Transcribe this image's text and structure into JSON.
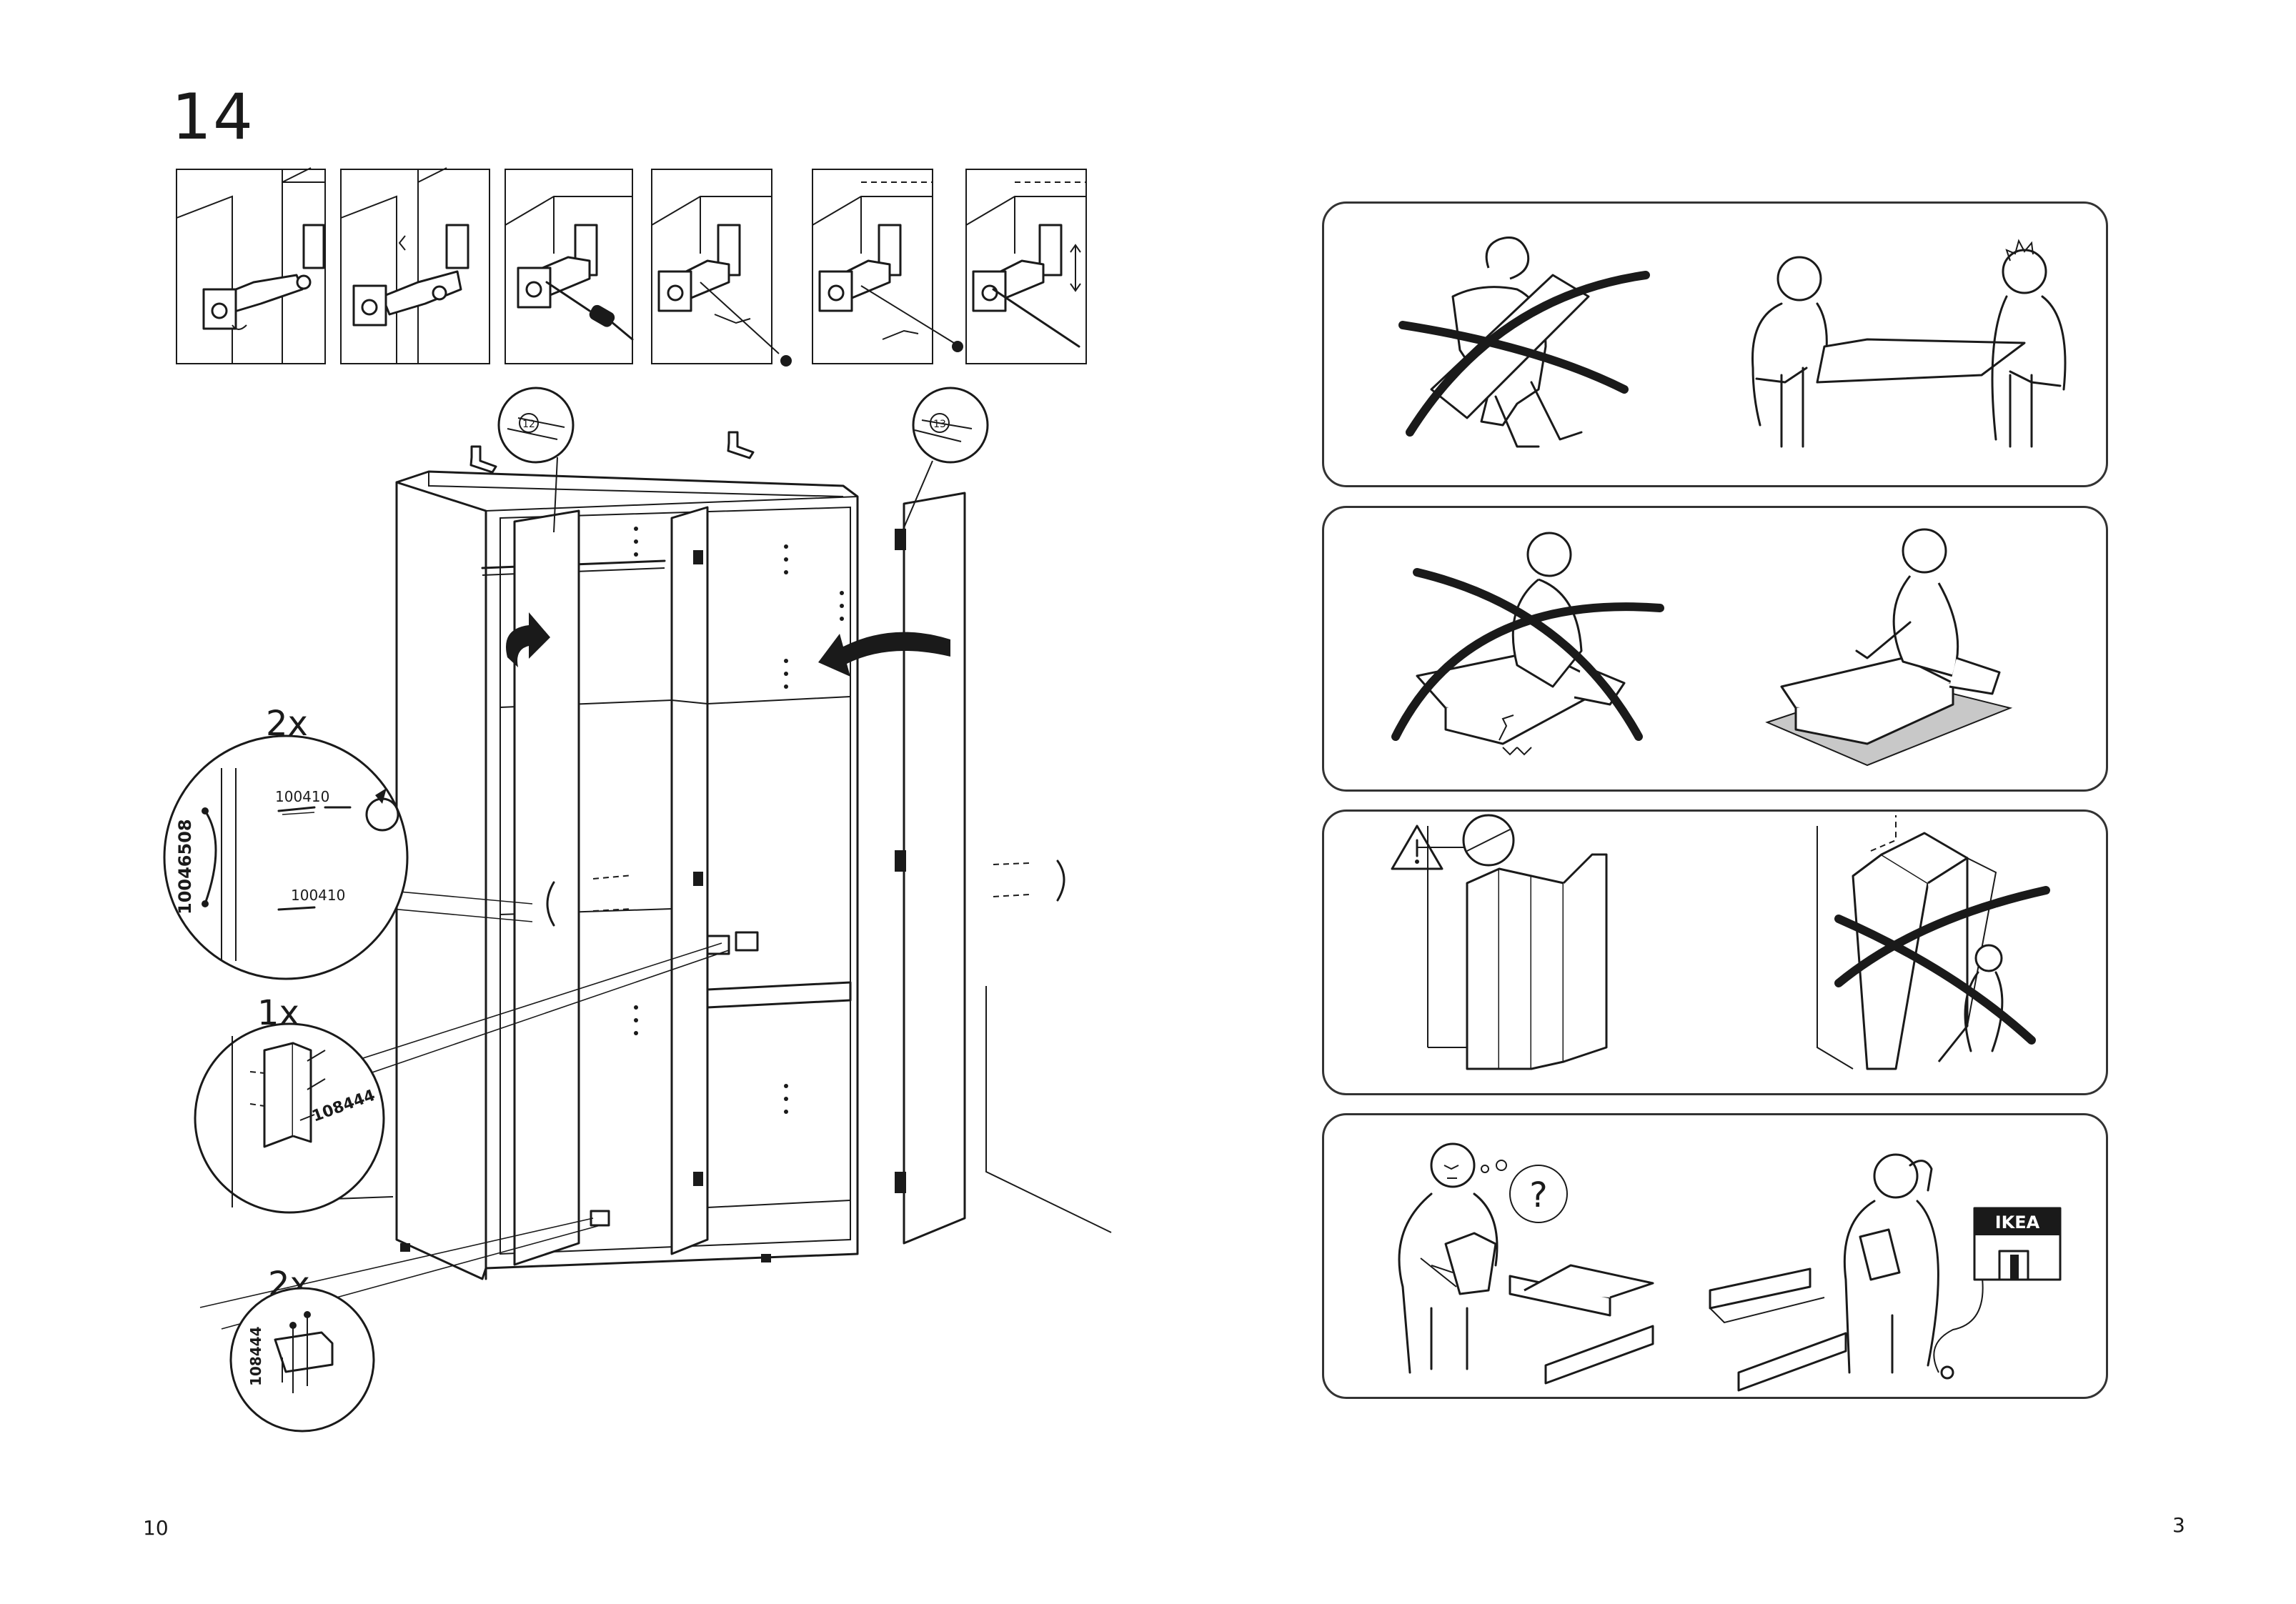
{
  "left_page": {
    "step_number": "14",
    "page_number": "10",
    "callouts": [
      {
        "multiplier": "2x",
        "parts": [
          "100410",
          "10046508",
          "100410"
        ]
      },
      {
        "multiplier": "1x",
        "parts": [
          "108444"
        ]
      },
      {
        "multiplier": "2x",
        "parts": [
          "108444"
        ]
      }
    ],
    "door_badges": [
      "12",
      "13"
    ]
  },
  "right_page": {
    "page_number": "3",
    "brand_sign": "IKEA",
    "panels": [
      {
        "name": "carry-with-two-people"
      },
      {
        "name": "assemble-on-soft-surface"
      },
      {
        "name": "anchor-to-wall"
      },
      {
        "name": "contact-ikea-for-help"
      }
    ]
  }
}
